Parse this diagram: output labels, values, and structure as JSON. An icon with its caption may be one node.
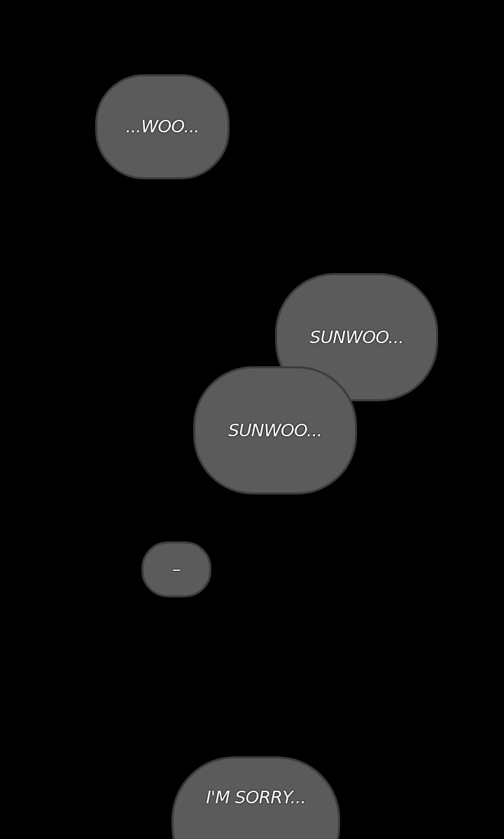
{
  "diagram": {
    "nodes": [
      {
        "text": [
          "...WOO..."
        ]
      },
      {
        "text": [
          "SUNWOO..."
        ]
      },
      {
        "text": [
          "SUNWOO..."
        ]
      },
      {
        "text": [
          "–"
        ]
      },
      {
        "text": [
          "I'M SORRY..."
        ]
      }
    ]
  }
}
